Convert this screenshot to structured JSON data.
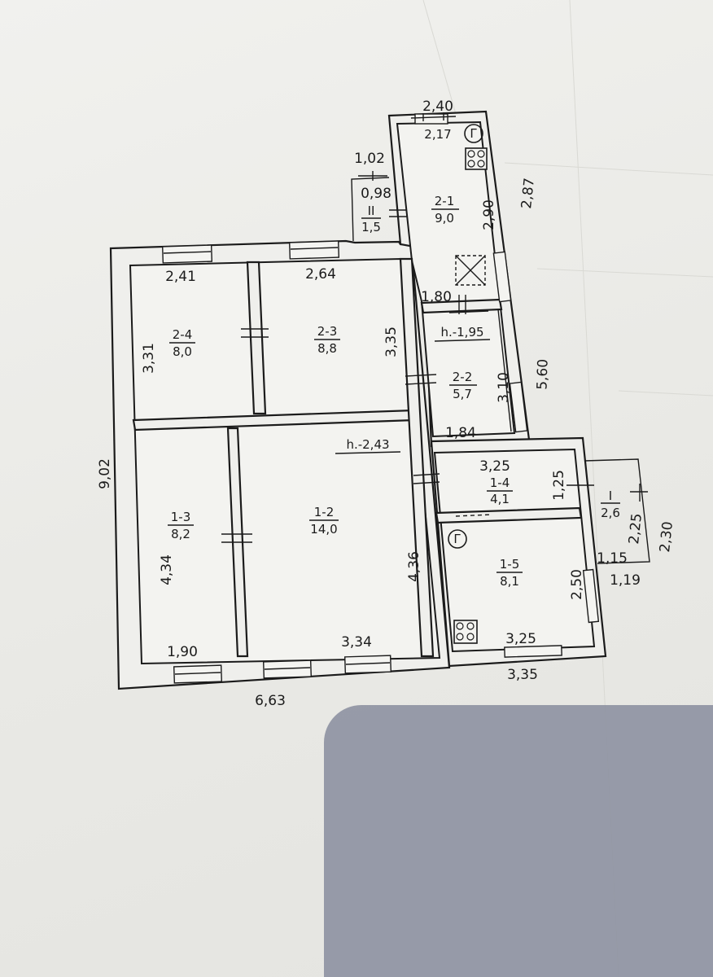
{
  "rooms": {
    "r2_1": {
      "id": "2-1",
      "area": "9,0"
    },
    "r2_2": {
      "id": "2-2",
      "area": "5,7"
    },
    "r2_3": {
      "id": "2-3",
      "area": "8,8"
    },
    "r2_4": {
      "id": "2-4",
      "area": "8,0"
    },
    "r1_2": {
      "id": "1-2",
      "area": "14,0"
    },
    "r1_3": {
      "id": "1-3",
      "area": "8,2"
    },
    "r1_4": {
      "id": "1-4",
      "area": "4,1"
    },
    "r1_5": {
      "id": "1-5",
      "area": "8,1"
    },
    "porch": {
      "id": "II",
      "area": "1,5"
    },
    "step": {
      "id": "I",
      "area": "2,6"
    }
  },
  "heights": {
    "h_195": "h.-1,95",
    "h_243": "h.-2,43"
  },
  "dimensions": {
    "d240": "2,40",
    "d217": "2,17",
    "d102": "1,02",
    "d098": "0,98",
    "d290": "2,90",
    "d287": "2,87",
    "d241": "2,41",
    "d264": "2,64",
    "d180": "1,80",
    "d331": "3,31",
    "d335v": "3,35",
    "d310": "3,10",
    "d560": "5,60",
    "d184": "1,84",
    "d902": "9,02",
    "d325top": "3,25",
    "d125": "1,25",
    "d225": "2,25",
    "d230": "2,30",
    "d434": "4,34",
    "d436": "4,36",
    "d115": "1,15",
    "d119": "1,19",
    "d250": "2,50",
    "d190": "1,90",
    "d334": "3,34",
    "d325bot": "3,25",
    "d335h": "3,35",
    "d663": "6,63"
  },
  "symbols": {
    "gas_letter": "Г",
    "stove_icon": "stove-icon",
    "chimney_icon": "chimney-vent-icon"
  }
}
